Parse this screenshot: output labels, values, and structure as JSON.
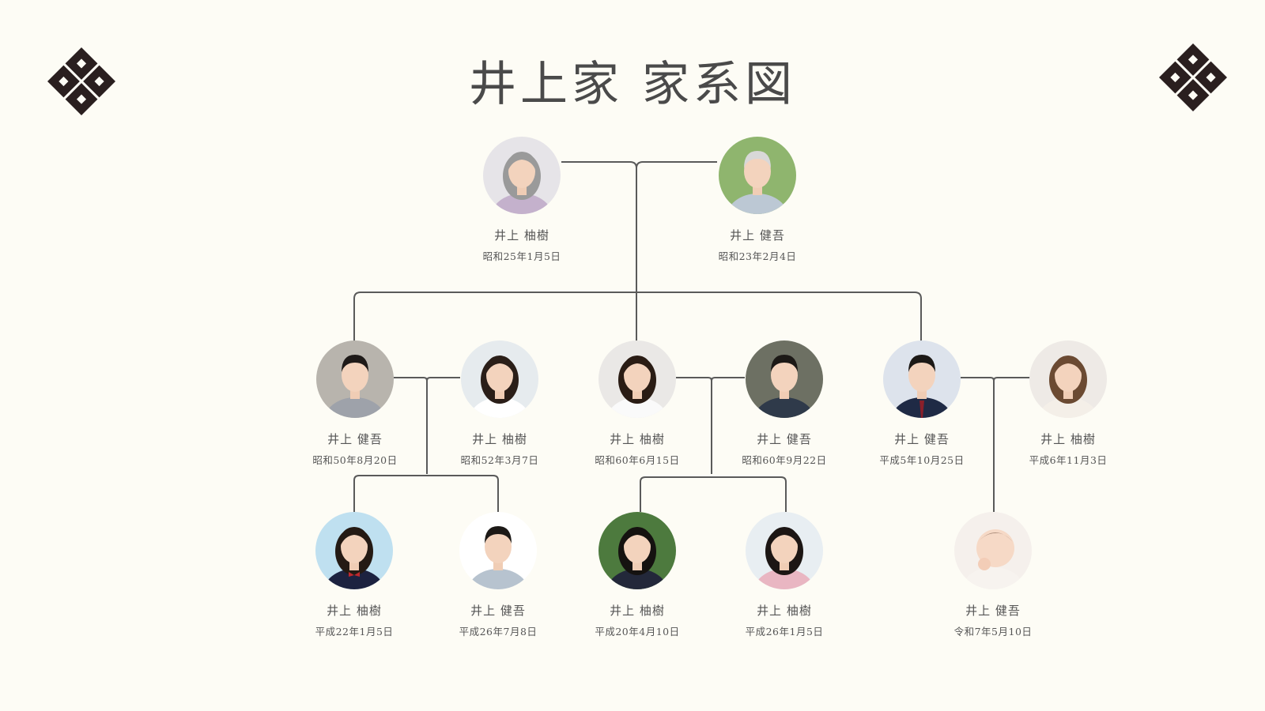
{
  "title": "井上家 家系図",
  "crest_icon": "four-diamond-crest-icon",
  "colors": {
    "background": "#fdfcf5",
    "line": "#5a5a5a",
    "crest": "#2a1f1f",
    "text": "#555555"
  },
  "members": [
    {
      "id": "grandmother",
      "name": "井上 柚樹",
      "date": "昭和25年1月5日",
      "photo_icon": "elderly-woman-photo",
      "photo_bg": "#e6e4e8",
      "hair": "#9a9a9a",
      "clothes": "#c4b1cc"
    },
    {
      "id": "grandfather",
      "name": "井上 健吾",
      "date": "昭和23年2月4日",
      "photo_icon": "elderly-man-photo",
      "photo_bg": "#8fb56e",
      "hair": "#d8d8d8",
      "clothes": "#bcc8d4"
    },
    {
      "id": "son-1",
      "name": "井上 健吾",
      "date": "昭和50年8月20日",
      "photo_icon": "man-photo",
      "photo_bg": "#b8b4ad",
      "hair": "#1e1a18",
      "clothes": "#9ea2aa"
    },
    {
      "id": "wife-1",
      "name": "井上 柚樹",
      "date": "昭和52年3月7日",
      "photo_icon": "woman-photo",
      "photo_bg": "#e6ebee",
      "hair": "#2a1e18",
      "clothes": "#ffffff"
    },
    {
      "id": "daughter-1",
      "name": "井上 柚樹",
      "date": "昭和60年6月15日",
      "photo_icon": "woman-photo",
      "photo_bg": "#eae8e6",
      "hair": "#2a1c14",
      "clothes": "#fafafa"
    },
    {
      "id": "husband-1",
      "name": "井上 健吾",
      "date": "昭和60年9月22日",
      "photo_icon": "man-photo",
      "photo_bg": "#6d7063",
      "hair": "#1c1916",
      "clothes": "#2f3a4a"
    },
    {
      "id": "son-2",
      "name": "井上 健吾",
      "date": "平成5年10月25日",
      "photo_icon": "man-suit-photo",
      "photo_bg": "#dde3ec",
      "hair": "#1c1916",
      "clothes": "#1f2a45"
    },
    {
      "id": "wife-2",
      "name": "井上 柚樹",
      "date": "平成6年11月3日",
      "photo_icon": "woman-photo",
      "photo_bg": "#eeeae6",
      "hair": "#6b4a32",
      "clothes": "#f4efe8"
    },
    {
      "id": "grandchild-1",
      "name": "井上 柚樹",
      "date": "平成22年1月5日",
      "photo_icon": "girl-student-photo",
      "photo_bg": "#bfe0f0",
      "hair": "#241a14",
      "clothes": "#1c2240"
    },
    {
      "id": "grandchild-2",
      "name": "井上 健吾",
      "date": "平成26年7月8日",
      "photo_icon": "boy-photo",
      "photo_bg": "#ffffff",
      "hair": "#1c1916",
      "clothes": "#b7c3cf"
    },
    {
      "id": "grandchild-3",
      "name": "井上 柚樹",
      "date": "平成20年4月10日",
      "photo_icon": "girl-photo",
      "photo_bg": "#4d7a3e",
      "hair": "#151210",
      "clothes": "#23283a"
    },
    {
      "id": "grandchild-4",
      "name": "井上 柚樹",
      "date": "平成26年1月5日",
      "photo_icon": "girl-child-photo",
      "photo_bg": "#e8eef2",
      "hair": "#1c1614",
      "clothes": "#e9b6c2"
    },
    {
      "id": "grandchild-5",
      "name": "井上 健吾",
      "date": "令和7年5月10日",
      "photo_icon": "baby-photo",
      "photo_bg": "#f5f0ec",
      "hair": "#8a6b5a",
      "clothes": "#f7f3ef"
    }
  ]
}
